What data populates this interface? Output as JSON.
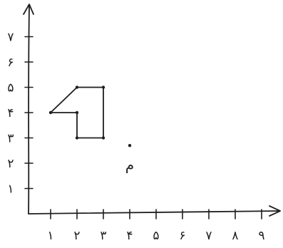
{
  "diagram": {
    "x_ticks": [
      {
        "value": 1,
        "label": "١"
      },
      {
        "value": 2,
        "label": "٢"
      },
      {
        "value": 3,
        "label": "٣"
      },
      {
        "value": 4,
        "label": "۴"
      },
      {
        "value": 5,
        "label": "۵"
      },
      {
        "value": 6,
        "label": "۶"
      },
      {
        "value": 7,
        "label": "٧"
      },
      {
        "value": 8,
        "label": "٨"
      },
      {
        "value": 9,
        "label": "٩"
      }
    ],
    "y_ticks": [
      {
        "value": 1,
        "label": "١"
      },
      {
        "value": 2,
        "label": "٢"
      },
      {
        "value": 3,
        "label": "٣"
      },
      {
        "value": 4,
        "label": "۴"
      },
      {
        "value": 5,
        "label": "۵"
      },
      {
        "value": 6,
        "label": "۶"
      },
      {
        "value": 7,
        "label": "٧"
      }
    ],
    "shape_vertices": [
      [
        1,
        4
      ],
      [
        2,
        5
      ],
      [
        3,
        5
      ],
      [
        3,
        3
      ],
      [
        2,
        3
      ],
      [
        2,
        4
      ]
    ],
    "point": {
      "label": "م",
      "x": 4,
      "y": 2.7
    },
    "colors": {
      "ink": "#1f1f1f",
      "background": "#ffffff"
    }
  }
}
